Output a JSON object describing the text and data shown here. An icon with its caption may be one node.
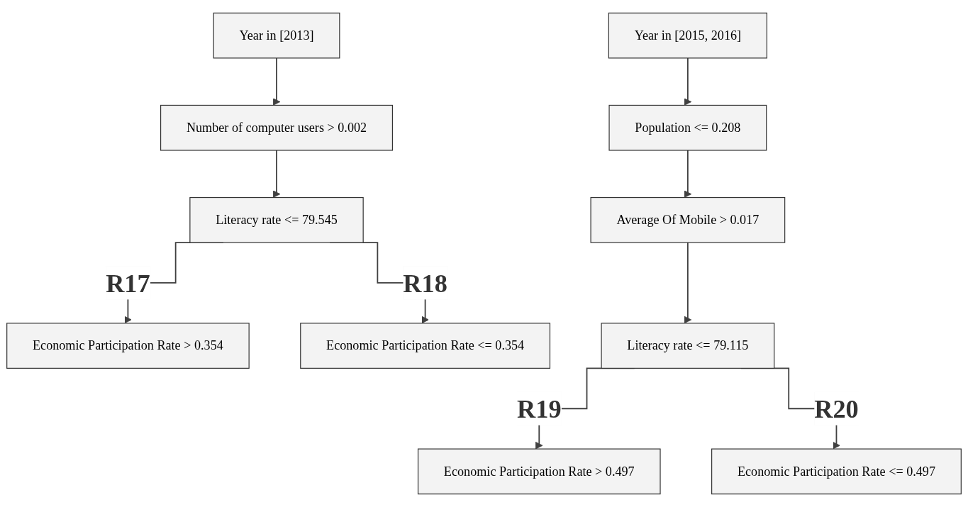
{
  "diagram": {
    "nodes": [
      {
        "text": [
          "Year in [2013]"
        ]
      },
      {
        "text": [
          "Number of computer users > 0.002"
        ]
      },
      {
        "text": [
          "Literacy rate <= 79.545"
        ]
      },
      {
        "text": [
          "Economic Participation Rate > 0.354"
        ]
      },
      {
        "text": [
          "Economic Participation Rate <= 0.354"
        ]
      },
      {
        "text": [
          "Year in [2015, 2016]"
        ]
      },
      {
        "text": [
          "Population <= 0.208"
        ]
      },
      {
        "text": [
          "Average Of Mobile > 0.017"
        ]
      },
      {
        "text": [
          "Literacy rate <= 79.115"
        ]
      },
      {
        "text": [
          "Economic Participation Rate > 0.497"
        ]
      },
      {
        "text": [
          "Economic Participation Rate <= 0.497"
        ]
      }
    ],
    "edges": [
      {
        "from": 0,
        "to": 1,
        "arrow": "to"
      },
      {
        "from": 1,
        "to": 2,
        "arrow": "to"
      },
      {
        "from": 2,
        "to": 3,
        "arrow": "to",
        "label": "R17"
      },
      {
        "from": 2,
        "to": 4,
        "arrow": "to",
        "label": "R18"
      },
      {
        "from": 5,
        "to": 6,
        "arrow": "to"
      },
      {
        "from": 6,
        "to": 7,
        "arrow": "to"
      },
      {
        "from": 7,
        "to": 8,
        "arrow": "to"
      },
      {
        "from": 8,
        "to": 9,
        "arrow": "to",
        "label": "R19"
      },
      {
        "from": 8,
        "to": 10,
        "arrow": "to",
        "label": "R20"
      }
    ]
  }
}
